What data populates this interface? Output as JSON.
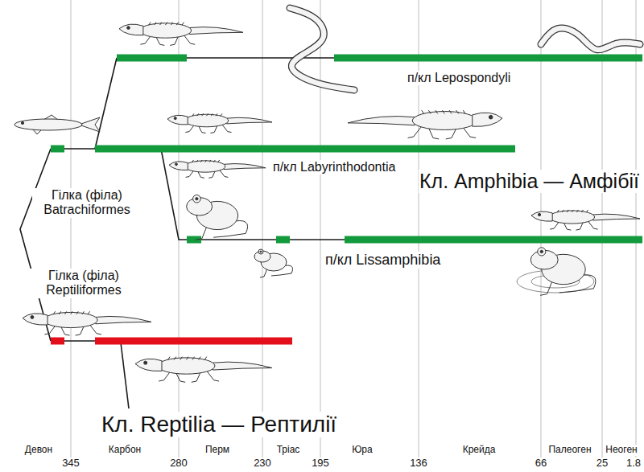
{
  "diagram": {
    "labels": [
      "п/кл Lepospondyli",
      "п/кл Labyrinthodontia",
      "Кл. Amphibia — Амфібії",
      "Гілка (філа) Batrachiformes",
      "п/кл Lissamphibia",
      "Гілка (філа) Reptiliformes",
      "Кл. Reptilia — Рептилії",
      "Девон",
      "Карбон",
      "Перм",
      "Тріас",
      "Юра",
      "Крейда",
      "Палеоген",
      "Неоген",
      "345",
      "280",
      "230",
      "195",
      "136",
      "66",
      "25",
      "1.8"
    ]
  }
}
